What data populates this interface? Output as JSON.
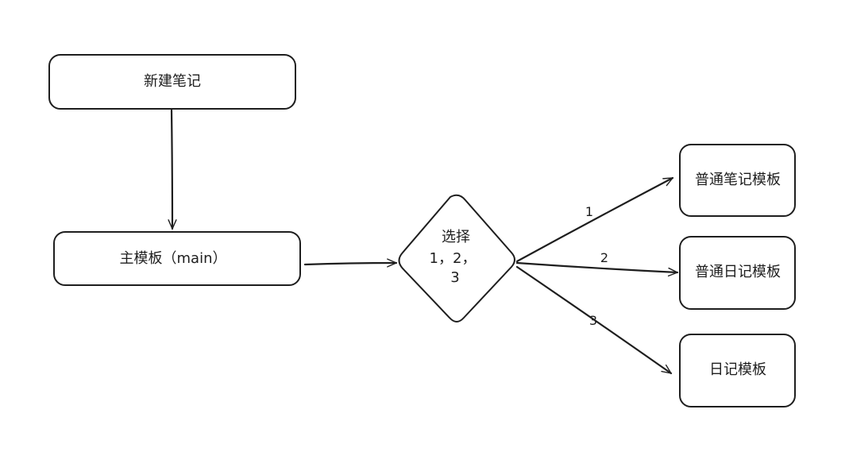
{
  "colors": {
    "stroke": "#1e1e1e",
    "text": "#1e1e1e",
    "background": "#ffffff"
  },
  "diagram": {
    "nodes": {
      "new_note": {
        "label": "新建笔记"
      },
      "main_template": {
        "label": "主模板（main）"
      },
      "choice": {
        "line1": "选择",
        "line2": "1，2，",
        "line3": "3"
      },
      "normal_note_template": {
        "label": "普通笔记模板"
      },
      "normal_diary_template": {
        "label": "普通日记模板"
      },
      "diary_template": {
        "label": "日记模板"
      }
    },
    "edges": {
      "choice_to_normal_note": {
        "label": "1"
      },
      "choice_to_normal_diary": {
        "label": "2"
      },
      "choice_to_diary": {
        "label": "3"
      }
    }
  }
}
